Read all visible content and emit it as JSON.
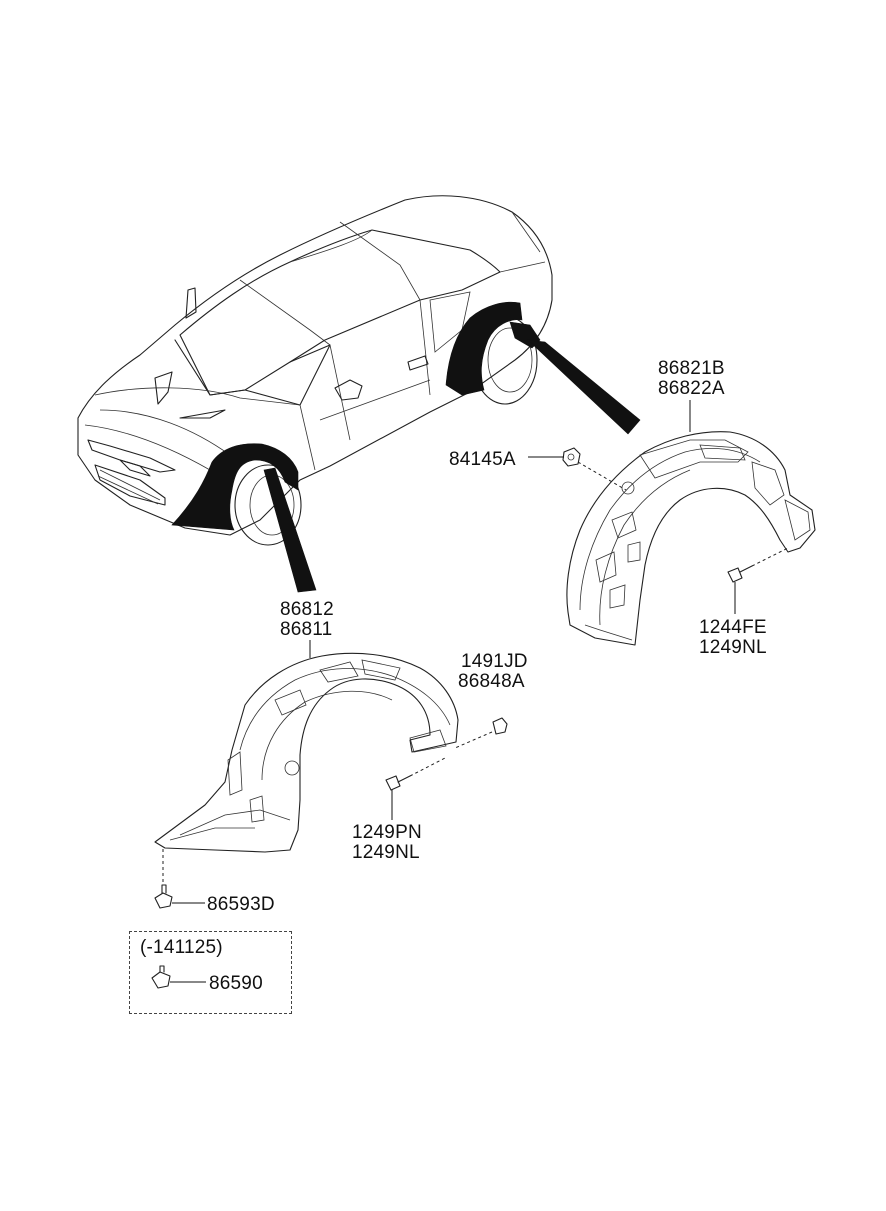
{
  "labels": {
    "rear_liner_part1": "86821B",
    "rear_liner_part2": "86822A",
    "nut_84145a": "84145A",
    "rear_screw1": "1244FE",
    "rear_screw2": "1249NL",
    "front_liner_part1": "86812",
    "front_liner_part2": "86811",
    "clip_part1": "1491JD",
    "clip_part2": "86848A",
    "front_screw1": "1249PN",
    "front_screw2": "1249NL",
    "fastener_86593d": "86593D",
    "box_note": "(-141125)",
    "fastener_86590": "86590"
  }
}
